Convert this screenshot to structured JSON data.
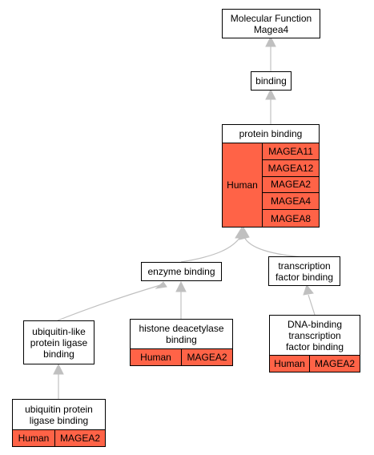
{
  "colors": {
    "table_fill": "#FF6347",
    "edge": "#C0C0C0",
    "border": "#000000"
  },
  "nodes": {
    "root": {
      "line1": "Molecular Function",
      "line2": "Magea4"
    },
    "binding": {
      "label": "binding"
    },
    "protein_binding": {
      "label": "protein binding",
      "species": "Human",
      "genes": [
        "MAGEA11",
        "MAGEA12",
        "MAGEA2",
        "MAGEA4",
        "MAGEA8"
      ]
    },
    "enzyme_binding": {
      "label": "enzyme binding"
    },
    "transcription_factor_binding": {
      "line1": "transcription",
      "line2": "factor binding"
    },
    "ubiquitin_like": {
      "line1": "ubiquitin-like",
      "line2": "protein ligase",
      "line3": "binding"
    },
    "histone_deacetylase": {
      "line1": "histone deacetylase",
      "line2": "binding",
      "species": "Human",
      "gene": "MAGEA2"
    },
    "dna_binding_tf": {
      "line1": "DNA-binding",
      "line2": "transcription",
      "line3": "factor binding",
      "species": "Human",
      "gene": "MAGEA2"
    },
    "ubiquitin_protein_ligase": {
      "line1": "ubiquitin protein",
      "line2": "ligase binding",
      "species": "Human",
      "gene": "MAGEA2"
    }
  }
}
